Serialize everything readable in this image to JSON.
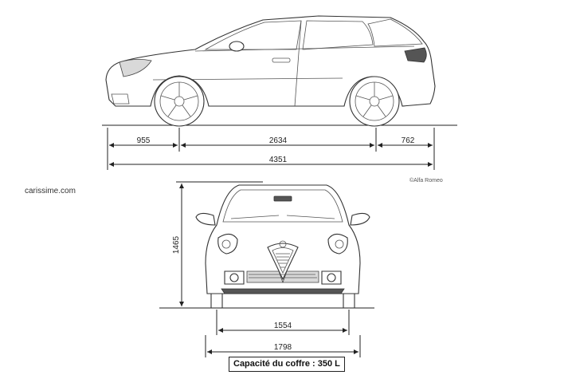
{
  "site_label": "carissime.com",
  "copyright": "©Alfa Romeo",
  "capacity": "Capacité du coffre : 350 L",
  "dimensions": {
    "front_overhang": "955",
    "wheelbase": "2634",
    "rear_overhang": "762",
    "length": "4351",
    "height": "1465",
    "track": "1554",
    "width": "1798"
  },
  "colors": {
    "line": "#222222",
    "ground": "#333333",
    "background": "#ffffff"
  }
}
